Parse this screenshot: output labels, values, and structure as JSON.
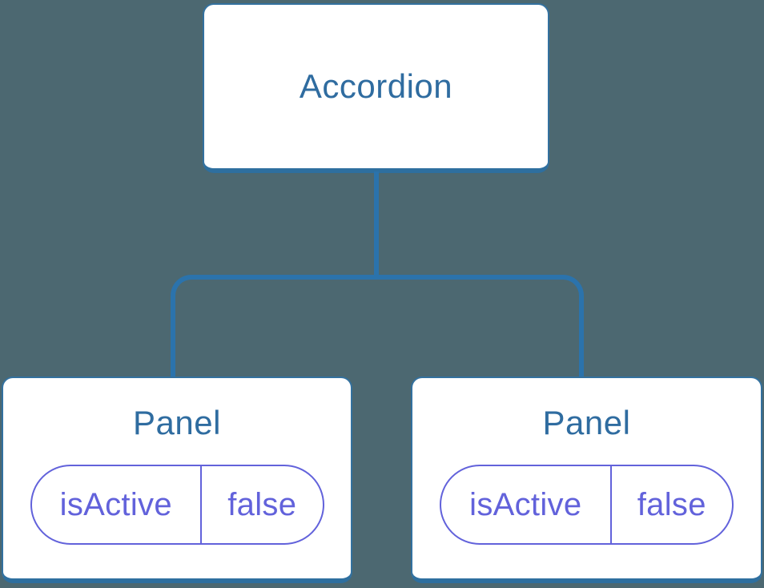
{
  "diagram": {
    "root": {
      "label": "Accordion"
    },
    "children": [
      {
        "label": "Panel",
        "prop": {
          "name": "isActive",
          "value": "false"
        }
      },
      {
        "label": "Panel",
        "prop": {
          "name": "isActive",
          "value": "false"
        }
      }
    ]
  },
  "colors": {
    "background": "#4C6871",
    "card-fill": "#FFFFFF",
    "card-border": "#33719F",
    "card-border-bottom": "#2E6F9F",
    "line": "#2B73AC",
    "title-text": "#2F6CA0",
    "accent": "#6262DB"
  }
}
